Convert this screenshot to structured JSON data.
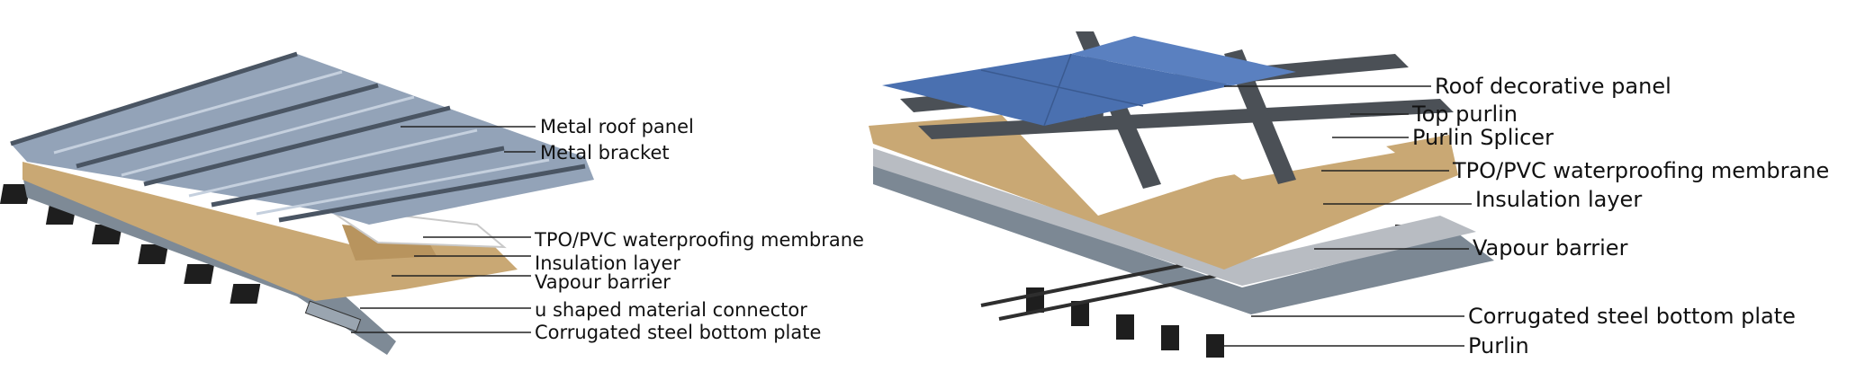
{
  "left_diagram": {
    "labels": [
      "Metal roof panel",
      "Metal bracket",
      "TPO/PVC waterproofing membrane",
      "Insulation layer",
      "Vapour barrier",
      "u shaped material connector",
      "Corrugated steel bottom plate"
    ]
  },
  "right_diagram": {
    "labels": [
      "Roof decorative panel",
      "Top purlin",
      "Purlin Splicer",
      "TPO/PVC waterproofing membrane",
      "Insulation layer",
      "Vapour barrier",
      "Corrugated steel bottom plate",
      "Purlin"
    ]
  },
  "colors": {
    "metal_panel": "#8f9fb5",
    "insulation": "#c9a874",
    "membrane": "#b8bcc2",
    "steel_dark": "#2a2a2a",
    "decorative_panel": "#4a70b0",
    "purlin": "#555a60"
  }
}
